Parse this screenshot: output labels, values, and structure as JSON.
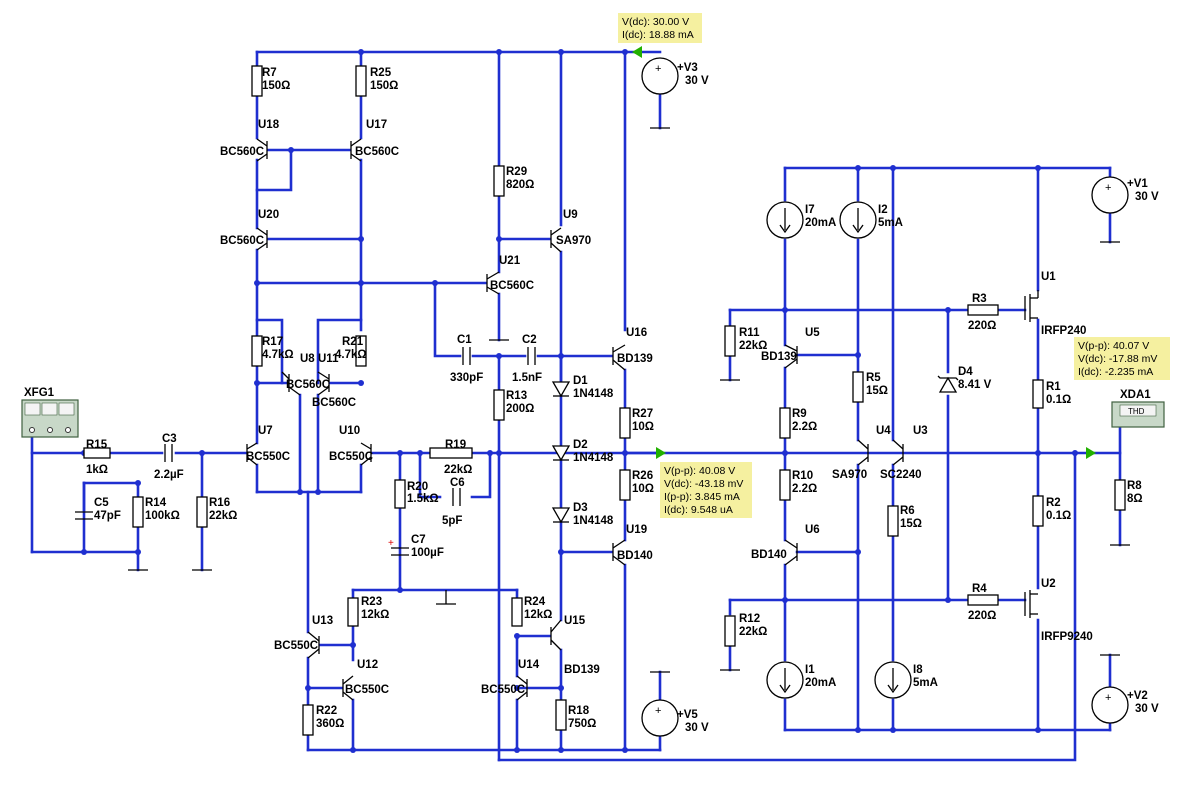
{
  "title": "",
  "probes": [
    {
      "id": "probe-v3",
      "lines": [
        "V(dc): 30.00 V",
        "I(dc): 18.88 mA"
      ]
    },
    {
      "id": "probe-out",
      "lines": [
        "V(p-p): 40.08 V",
        "V(dc): -43.18 mV",
        "I(p-p): 3.845 mA",
        "I(dc): 9.548 uA"
      ]
    },
    {
      "id": "probe-u1",
      "lines": [
        "V(p-p): 40.07 V",
        "V(dc): -17.88 mV",
        "I(dc): -2.235 mA"
      ]
    }
  ],
  "instruments": {
    "xfg1": "XFG1",
    "xda1": "XDA1",
    "xda1_screen": "THD"
  },
  "labels": {
    "R7": "R7",
    "R7v": "150Ω",
    "R25": "R25",
    "R25v": "150Ω",
    "U18": "U18",
    "U18t": "BC560C",
    "U17": "U17",
    "U17t": "BC560C",
    "U20": "U20",
    "U20t": "BC560C",
    "R29": "R29",
    "R29v": "820Ω",
    "U9": "U9",
    "U9t": "SA970",
    "U21": "U21",
    "U21t": "BC560C",
    "R17": "R17",
    "R17v": "4.7kΩ",
    "R21": "R21",
    "R21v": "4.7kΩ",
    "U8": "U8",
    "U8t": "BC560C",
    "U11": "U11",
    "U11t": "BC560C",
    "C1": "C1",
    "C1v": "330pF",
    "C2": "C2",
    "C2v": "1.5nF",
    "U16": "U16",
    "U16t": "BD139",
    "D1": "D1",
    "D1t": "1N4148",
    "D2": "D2",
    "D2t": "1N4148",
    "D3": "D3",
    "D3t": "1N4148",
    "R13": "R13",
    "R13v": "200Ω",
    "R27": "R27",
    "R27v": "10Ω",
    "R26": "R26",
    "R26v": "10Ω",
    "U19": "U19",
    "U19t": "BD140",
    "R15": "R15",
    "R15v": "1kΩ",
    "C3": "C3",
    "C3v": "2.2µF",
    "C5": "C5",
    "C5v": "47pF",
    "R14": "R14",
    "R14v": "100kΩ",
    "R16": "R16",
    "R16v": "22kΩ",
    "U7": "U7",
    "U7t": "BC550C",
    "U10": "U10",
    "U10t": "BC550C",
    "R19": "R19",
    "R19v": "22kΩ",
    "R20": "R20",
    "R20v": "1.5kΩ",
    "C6": "C6",
    "C6v": "5pF",
    "C7": "C7",
    "C7v": "100µF",
    "R23": "R23",
    "R23v": "12kΩ",
    "R24": "R24",
    "R24v": "12kΩ",
    "U13": "U13",
    "U13t": "BC550C",
    "U12": "U12",
    "U12t": "BC550C",
    "U14": "U14",
    "U14t": "BC550C",
    "U15": "U15",
    "U15t": "BD139",
    "R22": "R22",
    "R22v": "360Ω",
    "R18": "R18",
    "R18v": "750Ω",
    "V5": "+V5",
    "V5v": "30 V",
    "V3": "+V3",
    "V3v": "30 V",
    "I7": "I7",
    "I7v": "20mA",
    "I2": "I2",
    "I2v": "5mA",
    "R11": "R11",
    "R11v": "22kΩ",
    "U5": "U5",
    "U5t": "BD139",
    "R5": "R5",
    "R5v": "15Ω",
    "R9": "R9",
    "R9v": "2.2Ω",
    "R10": "R10",
    "R10v": "2.2Ω",
    "U4": "U4",
    "U4t": "SA970",
    "U3": "U3",
    "U3t": "SC2240",
    "R6": "R6",
    "R6v": "15Ω",
    "U6": "U6",
    "U6t": "BD140",
    "R12": "R12",
    "R12v": "22kΩ",
    "I1": "I1",
    "I1v": "20mA",
    "I8": "I8",
    "I8v": "5mA",
    "D4": "D4",
    "D4v": "8.41 V",
    "R3": "R3",
    "R3v": "220Ω",
    "R4": "R4",
    "R4v": "220Ω",
    "U1": "U1",
    "U1t": "IRFP240",
    "U2": "U2",
    "U2t": "IRFP9240",
    "R1": "R1",
    "R1v": "0.1Ω",
    "R2": "R2",
    "R2v": "0.1Ω",
    "R8": "R8",
    "R8v": "8Ω",
    "V1": "+V1",
    "V1v": "30 V",
    "V2": "+V2",
    "V2v": "30 V"
  }
}
